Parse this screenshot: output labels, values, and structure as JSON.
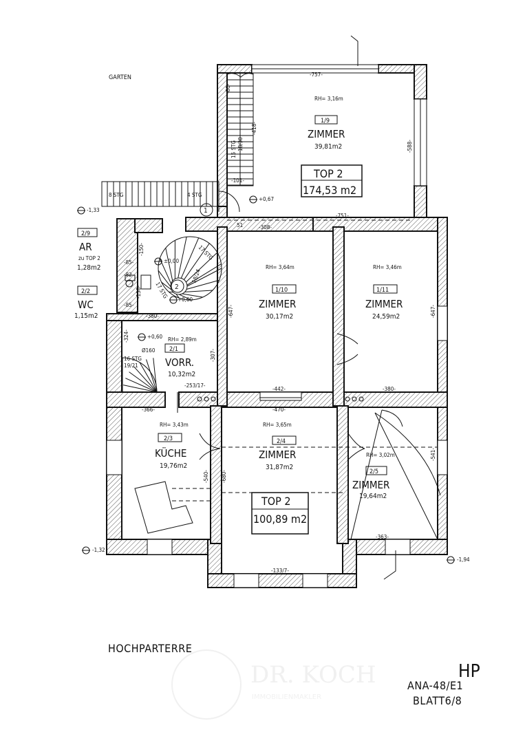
{
  "labels": {
    "garden": "GARTEN",
    "title": "HOCHPARTERRE",
    "level_code": "HP",
    "sheet_code": "ANA-48/E1",
    "sheet_no": "BLATT6/8",
    "watermark_main": "DR. KOCH",
    "watermark_sub": "IMMOBILIENMAKLER"
  },
  "units": [
    {
      "name": "TOP 2",
      "area": "174,53 m2"
    },
    {
      "name": "TOP 2",
      "area": "100,89 m2"
    }
  ],
  "rooms": [
    {
      "num": "1/9",
      "name": "ZIMMER",
      "area": "39,81m2",
      "rh": "RH= 3,16m"
    },
    {
      "num": "1/10",
      "name": "ZIMMER",
      "area": "30,17m2",
      "rh": "RH= 3,64m"
    },
    {
      "num": "1/11",
      "name": "ZIMMER",
      "area": "24,59m2",
      "rh": "RH= 3,46m"
    },
    {
      "num": "2/1",
      "name": "VORR.",
      "area": "10,32m2",
      "rh": "RH= 2,89m"
    },
    {
      "num": "2/3",
      "name": "KÜCHE",
      "area": "19,76m2",
      "rh": "RH= 3,43m"
    },
    {
      "num": "2/4",
      "name": "ZIMMER",
      "area": "31,87m2",
      "rh": "RH= 3,65m"
    },
    {
      "num": "2/5",
      "name": "ZIMMER",
      "area": "19,64m2",
      "rh": "RH= 3,02m"
    },
    {
      "num": "2/9",
      "name": "AR",
      "area": "1,28m2",
      "note": "zu TOP 2"
    },
    {
      "num": "2/2",
      "name": "WC",
      "area": "1,15m2"
    }
  ],
  "stairs": {
    "stg8": "8 STG",
    "stg4": "4 STG",
    "stg15": "15 STG",
    "stg15_ratio": "18/30",
    "stg16": "16 STG",
    "stg16_ratio": "19/21",
    "stg17": "17 STG",
    "stg17_ratio": "18/24",
    "stg17b": "17 STG",
    "diameter": "Ø160",
    "stair1": "1",
    "stair2": "2"
  },
  "levels": {
    "l1": "-1,33",
    "l2": "+0,67",
    "l3": "±0,00",
    "l4": "+0,60",
    "l5": "+0,60",
    "l6": "-1,32",
    "l7": "-1,94"
  },
  "dims": {
    "d757": "-757-",
    "d418": "-418-",
    "d588": "-588-",
    "d101": "-101-",
    "d751": "-751-",
    "d308": "-308-",
    "d647a": "-647-",
    "d647b": "-647-",
    "d442": "-442-",
    "d380a": "-380-",
    "d380b": "-380-",
    "d470": "-470-",
    "d366": "-366-",
    "d150": "-150-",
    "d85a": "-85-",
    "d82": "-82-",
    "d138": "-138-",
    "d85b": "-85-",
    "d324": "-324-",
    "d307": "-307-",
    "d253": "-253/17-",
    "d540": "-540-",
    "d680": "-680-",
    "d541": "-541-",
    "d363": "-363-",
    "d133": "-133/7-",
    "d80": "-80-",
    "d51": "51"
  }
}
